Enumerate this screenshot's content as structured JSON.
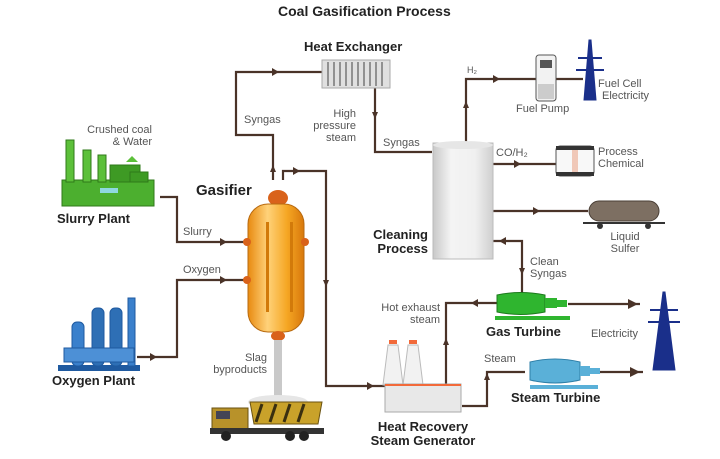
{
  "title": "Coal Gasification Process",
  "components": {
    "heat_exchanger": "Heat Exchanger",
    "gasifier": "Gasifier",
    "slurry_plant": "Slurry Plant",
    "oxygen_plant": "Oxygen Plant",
    "cleaning_process": [
      "Cleaning",
      "Process"
    ],
    "gas_turbine": "Gas Turbine",
    "steam_turbine": "Steam Turbine",
    "hrsg": [
      "Heat Recovery",
      "Steam Generator"
    ],
    "fuel_pump": "Fuel Pump",
    "fuel_cell": [
      "Fuel Cell",
      "Electricity"
    ],
    "process_chemical": [
      "Process",
      "Chemical"
    ],
    "liquid_sulfer": [
      "Liquid",
      "Sulfer"
    ],
    "electricity": "Electricity"
  },
  "flows": {
    "crushed_coal": [
      "Crushed coal",
      "& Water"
    ],
    "syngas_up": "Syngas",
    "high_pressure_steam": [
      "High",
      "pressure",
      "steam"
    ],
    "syngas_in": "Syngas",
    "h2": "H₂",
    "co_h2": "CO/H₂",
    "slurry": "Slurry",
    "oxygen": "Oxygen",
    "slag": [
      "Slag",
      "byproducts"
    ],
    "clean_syngas": [
      "Clean",
      "Syngas"
    ],
    "hot_exhaust": [
      "Hot exhaust",
      "steam"
    ],
    "steam": "Steam"
  },
  "colors": {
    "pipe": "#4a3328",
    "gasifier": "#f5a623",
    "slurry_plant": "#4caf2f",
    "oxygen_plant": "#2e6fb5",
    "gas_turbine": "#2fb52f",
    "steam_turbine": "#5ab0d8",
    "tower": "#1a2f8a"
  }
}
